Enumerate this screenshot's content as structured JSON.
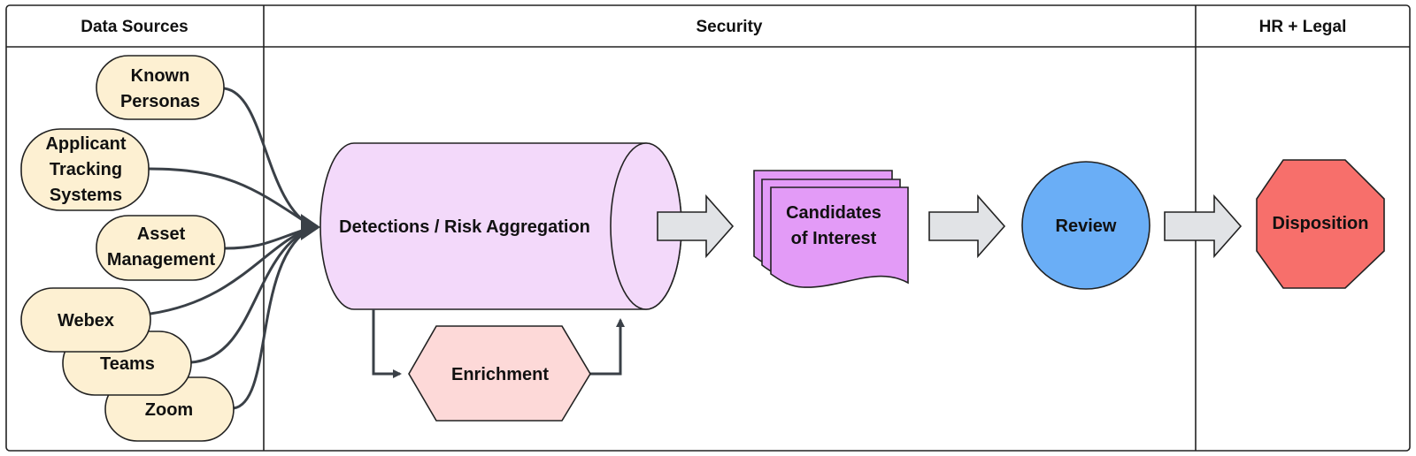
{
  "lanes": {
    "data_sources": "Data Sources",
    "security": "Security",
    "hr_legal": "HR + Legal"
  },
  "sources": {
    "known_personas": [
      "Known",
      "Personas"
    ],
    "applicant_tracking": [
      "Applicant",
      "Tracking",
      "Systems"
    ],
    "asset_management": [
      "Asset",
      "Management"
    ],
    "webex": "Webex",
    "teams": "Teams",
    "zoom": "Zoom"
  },
  "nodes": {
    "detections": "Detections / Risk Aggregation",
    "enrichment": "Enrichment",
    "candidates": [
      "Candidates",
      "of Interest"
    ],
    "review": "Review",
    "disposition": "Disposition"
  },
  "colors": {
    "source_fill": "#fdf0d2",
    "cylinder_fill": "#f3d9fa",
    "enrichment_fill": "#fdd9d8",
    "candidates_fill": "#e39bf7",
    "review_fill": "#6aaef6",
    "disposition_fill": "#f76f6b",
    "arrow_fill": "#e1e3e6",
    "connector": "#3a4047"
  }
}
